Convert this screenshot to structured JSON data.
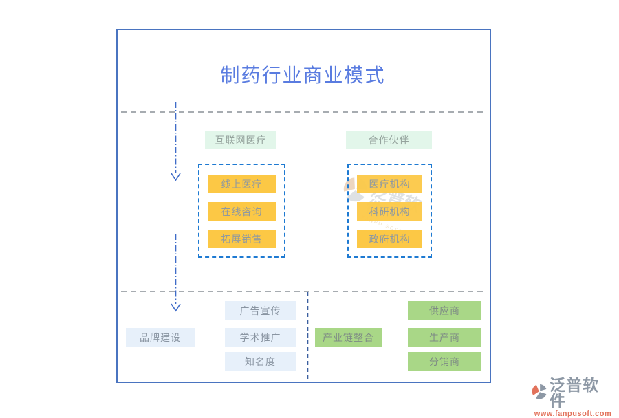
{
  "title": "制药行业商业模式",
  "colors": {
    "frame_border": "#4a74c0",
    "title_text": "#5a7ce0",
    "orange_chip": "#fcc845",
    "pale_green_chip": "#e2f6ea",
    "green_chip": "#a9d787",
    "pale_blue_chip": "#e7f0fa",
    "dashed_container_border": "#1e7ad2",
    "arrow_blue": "#3f6cc8",
    "divider_blue": "#3b5f9f",
    "section_line_gray": "#8a9097",
    "logo_gray": "#8d98a5",
    "logo_red": "#e2725b"
  },
  "top_section": {
    "groups": [
      {
        "label": "互联网医疗",
        "items": [
          "线上医疗",
          "在线咨询",
          "拓展销售"
        ]
      },
      {
        "label": "合作伙伴",
        "items": [
          "医疗机构",
          "科研机构",
          "政府机构"
        ]
      }
    ]
  },
  "bottom_section": {
    "left_main": "品牌建设",
    "left_items": [
      "广告宣传",
      "学术推广",
      "知名度"
    ],
    "right_main": "产业链整合",
    "right_items": [
      "供应商",
      "生产商",
      "分销商"
    ]
  },
  "watermark": {
    "text": "泛普软件",
    "subtext": "FANPU SOFT"
  },
  "logo": {
    "name": "泛普软件",
    "url": "www.fanpusoft.com"
  }
}
